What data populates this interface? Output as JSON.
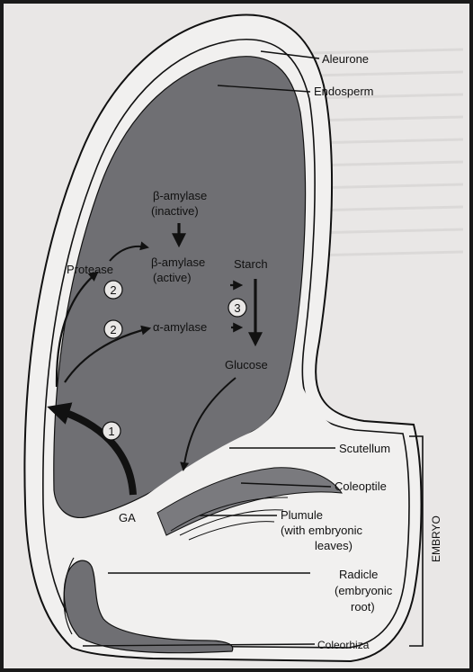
{
  "labels": {
    "aleurone": "Aleurone",
    "endosperm": "Endosperm",
    "scutellum": "Scutellum",
    "coleoptile": "Coleoptile",
    "plumule_1": "Plumule",
    "plumule_2": "(with embryonic",
    "plumule_3": "leaves)",
    "radicle_1": "Radicle",
    "radicle_2": "(embryonic",
    "radicle_3": "root)",
    "coleorhiza": "Coleorhiza",
    "embryo": "EMBRYO"
  },
  "pathway": {
    "beta_inactive_1": "β-amylase",
    "beta_inactive_2": "(inactive)",
    "protease": "Protease",
    "beta_active_1": "β-amylase",
    "beta_active_2": "(active)",
    "alpha_amylase": "α-amylase",
    "starch": "Starch",
    "glucose": "Glucose",
    "ga": "GA"
  },
  "steps": {
    "step_protease": "2",
    "step_alpha": "2",
    "step_starch": "3",
    "step_ga": "1"
  },
  "colors": {
    "endosperm_gray": "#6f6f73",
    "page_bg": "#e9e7e6",
    "embryo_white": "#f1f0ef",
    "ink": "#111111"
  }
}
